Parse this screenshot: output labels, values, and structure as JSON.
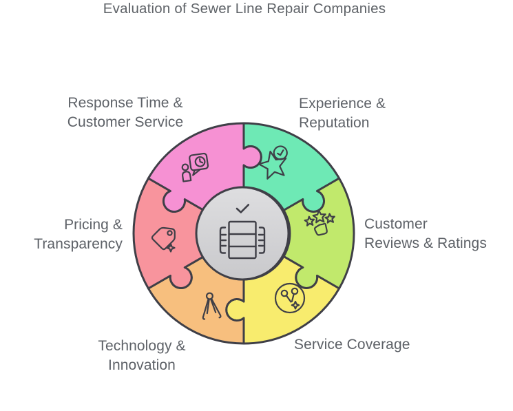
{
  "title": "Evaluation of Sewer Line Repair Companies",
  "colors": {
    "background": "#ffffff",
    "outline": "#3f3f47",
    "text": "#5d6167",
    "title_text": "#5f6368",
    "center_fill_top": "#dedee0",
    "center_fill_bottom": "#c9c9cc"
  },
  "center": {
    "icon": "sewer-pipe-section-icon",
    "check_icon": "check-icon"
  },
  "segments": [
    {
      "id": "experience",
      "label_lines": [
        "Experience &",
        "Reputation"
      ],
      "color": "#6ee9b5",
      "icon": "star-check-icon"
    },
    {
      "id": "reviews",
      "label_lines": [
        "Customer",
        "Reviews & Ratings"
      ],
      "color": "#c1e96c",
      "icon": "rating-stars-icon"
    },
    {
      "id": "coverage",
      "label_lines": [
        "Service Coverage"
      ],
      "color": "#f8ec6e",
      "icon": "globe-network-icon"
    },
    {
      "id": "technology",
      "label_lines": [
        "Technology &",
        "Innovation"
      ],
      "color": "#f7bf7e",
      "icon": "compass-tool-icon"
    },
    {
      "id": "pricing",
      "label_lines": [
        "Pricing &",
        "Transparency"
      ],
      "color": "#f8949d",
      "icon": "price-tag-icon"
    },
    {
      "id": "response",
      "label_lines": [
        "Response Time &",
        "Customer Service"
      ],
      "color": "#f691d3",
      "icon": "customer-service-icon"
    }
  ]
}
